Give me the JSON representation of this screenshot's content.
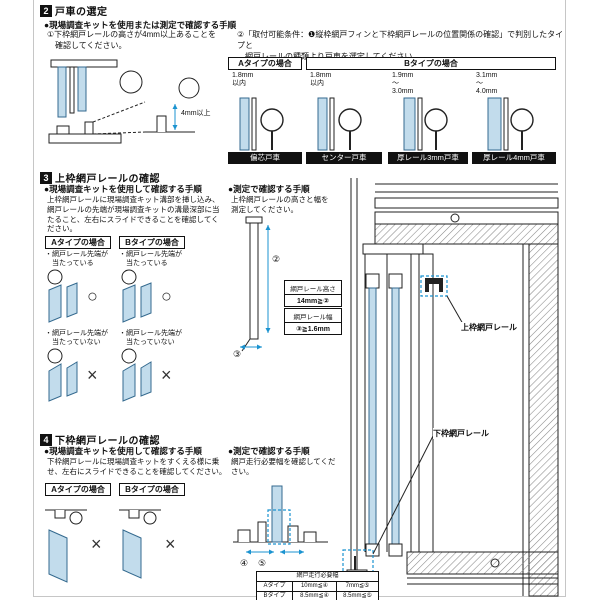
{
  "marks": {
    "ok": "○",
    "ng": "×"
  },
  "s2": {
    "num": "2",
    "title": "戸車の選定",
    "procedure_heading": "●現場調査キットを使用または測定で確認する手順",
    "step1": "①下枠網戸レールの高さが4mm以上あることを\n　確認してください。",
    "step2": "②「取付可能条件：❶縦枠網戸フィンと下枠網戸レールの位置関係の確認」で判別したタイプと\n　網戸レールの種類より戸車を選定してください。",
    "dim_4mm": "4mm以上",
    "type_a": "Aタイプの場合",
    "type_b": "Bタイプの場合",
    "rollers": [
      {
        "dim": "1.8mm\n以内",
        "label": "偏芯戸車"
      },
      {
        "dim": "1.8mm\n以内",
        "label": "センター戸車"
      },
      {
        "dim": "1.9mm\n～\n3.0mm",
        "label": "厚レール3mm戸車"
      },
      {
        "dim": "3.1mm\n～\n4.0mm",
        "label": "厚レール4mm戸車"
      }
    ]
  },
  "s3": {
    "num": "3",
    "title": "上枠網戸レールの確認",
    "kit_heading": "●現場調査キットを使用して確認する手順",
    "kit_text": "上枠網戸レールに現場調査キット溝部を挿し込み、網戸レールの先端が現場調査キットの溝最深部に当たること、左右にスライドできることを確認してください。",
    "type_a": "Aタイプの場合",
    "type_b": "Bタイプの場合",
    "ok_label": "・網戸レール先端が\n　当たっている",
    "ng_label": "・網戸レール先端が\n　当たっていない",
    "measure_heading": "●測定で確認する手順",
    "measure_text": "上枠網戸レールの高さと幅を\n測定してください。",
    "circle2": "②",
    "circle3": "③",
    "rail_height_label": "網戸レール高さ",
    "rail_height_value": "14mm≧②",
    "rail_width_label": "網戸レール幅",
    "rail_width_value": "③≧1.6mm",
    "upper_rail_callout": "上枠網戸レール",
    "lower_rail_callout": "下枠網戸レール"
  },
  "s4": {
    "num": "4",
    "title": "下枠網戸レールの確認",
    "kit_heading": "●現場調査キットを使用して確認する手順",
    "kit_text": "下枠網戸レールに現場調査キットをすくえる様に乗せ、左右にスライドできることを確認してください。",
    "type_a": "Aタイプの場合",
    "type_b": "Bタイプの場合",
    "measure_heading": "●測定で確認する手順",
    "measure_text": "網戸走行必要幅を確認してください。",
    "circle4": "④",
    "circle5": "⑤",
    "table": {
      "title": "網戸走行必要幅",
      "rows": [
        {
          "type": "Aタイプ",
          "v1": "10mm≦④",
          "v2": "7mm≦⑤"
        },
        {
          "type": "Bタイプ",
          "v1": "8.5mm≦④",
          "v2": "8.5mm≦⑤"
        }
      ]
    }
  }
}
